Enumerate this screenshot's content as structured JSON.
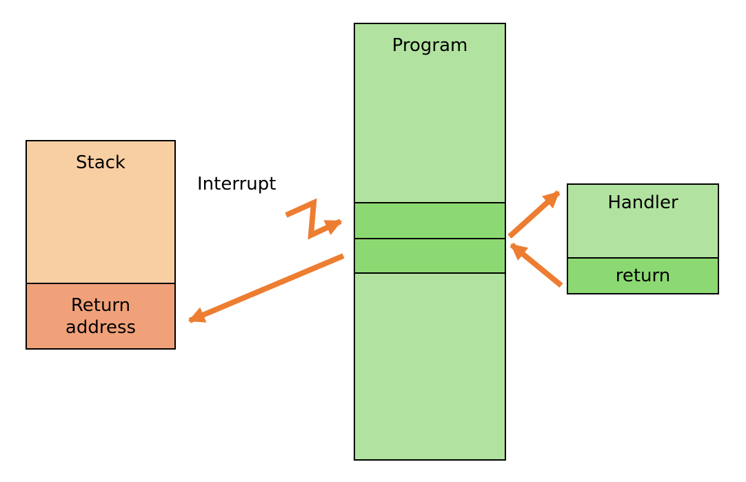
{
  "diagram": {
    "program": {
      "title": "Program"
    },
    "stack": {
      "title": "Stack",
      "return_address_label": "Return\naddress"
    },
    "handler": {
      "title": "Handler",
      "return_label": "return"
    },
    "interrupt_label": "Interrupt",
    "arrows": [
      {
        "name": "interrupt-zigzag-arrow",
        "from": "Interrupt label",
        "to": "Program interrupted instruction band",
        "style": "zigzag"
      },
      {
        "name": "save-return-address-arrow",
        "from": "Program next instruction band",
        "to": "Stack return address",
        "style": "straight"
      },
      {
        "name": "jump-to-handler-arrow",
        "from": "Program interrupted instruction band",
        "to": "Handler",
        "style": "straight"
      },
      {
        "name": "handler-return-arrow",
        "from": "Handler return",
        "to": "Program next instruction band",
        "style": "straight"
      }
    ]
  },
  "colors": {
    "light_green": "#B1E2A0",
    "medium_green": "#8CD973",
    "peach": "#F8CEA3",
    "salmon": "#F0A179",
    "arrow_orange": "#ED7D31",
    "border_black": "#000000",
    "background": "#FFFFFF"
  }
}
